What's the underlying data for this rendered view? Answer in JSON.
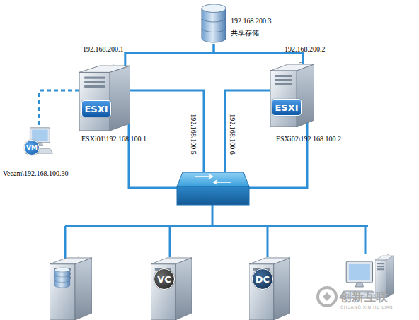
{
  "diagram": {
    "nodes": [
      {
        "text": [
          "192.168.200.3",
          "共享存储"
        ]
      },
      {
        "text": [
          "ESXI",
          "ESXi01\\192.168.100.1"
        ]
      },
      {
        "text": [
          "ESXI",
          "ESXi02\\192.168.100.2"
        ]
      },
      {
        "text": [
          "VM",
          "Veeam\\192.168.100.30"
        ]
      },
      {
        "text": [
          "VC"
        ]
      },
      {
        "text": [
          "DC"
        ]
      }
    ],
    "edges": [
      {
        "from": 0,
        "to": 1,
        "arrow": "none",
        "label": "192.168.200.1"
      },
      {
        "from": 0,
        "to": 2,
        "arrow": "none",
        "label": "192.168.200.2"
      },
      {
        "from": 1,
        "to": 3,
        "arrow": "none"
      }
    ],
    "labels": [
      "192.168.100.5",
      "192.168.100.6",
      "创新互联",
      "CHUANG XIN HU LIAN"
    ]
  }
}
